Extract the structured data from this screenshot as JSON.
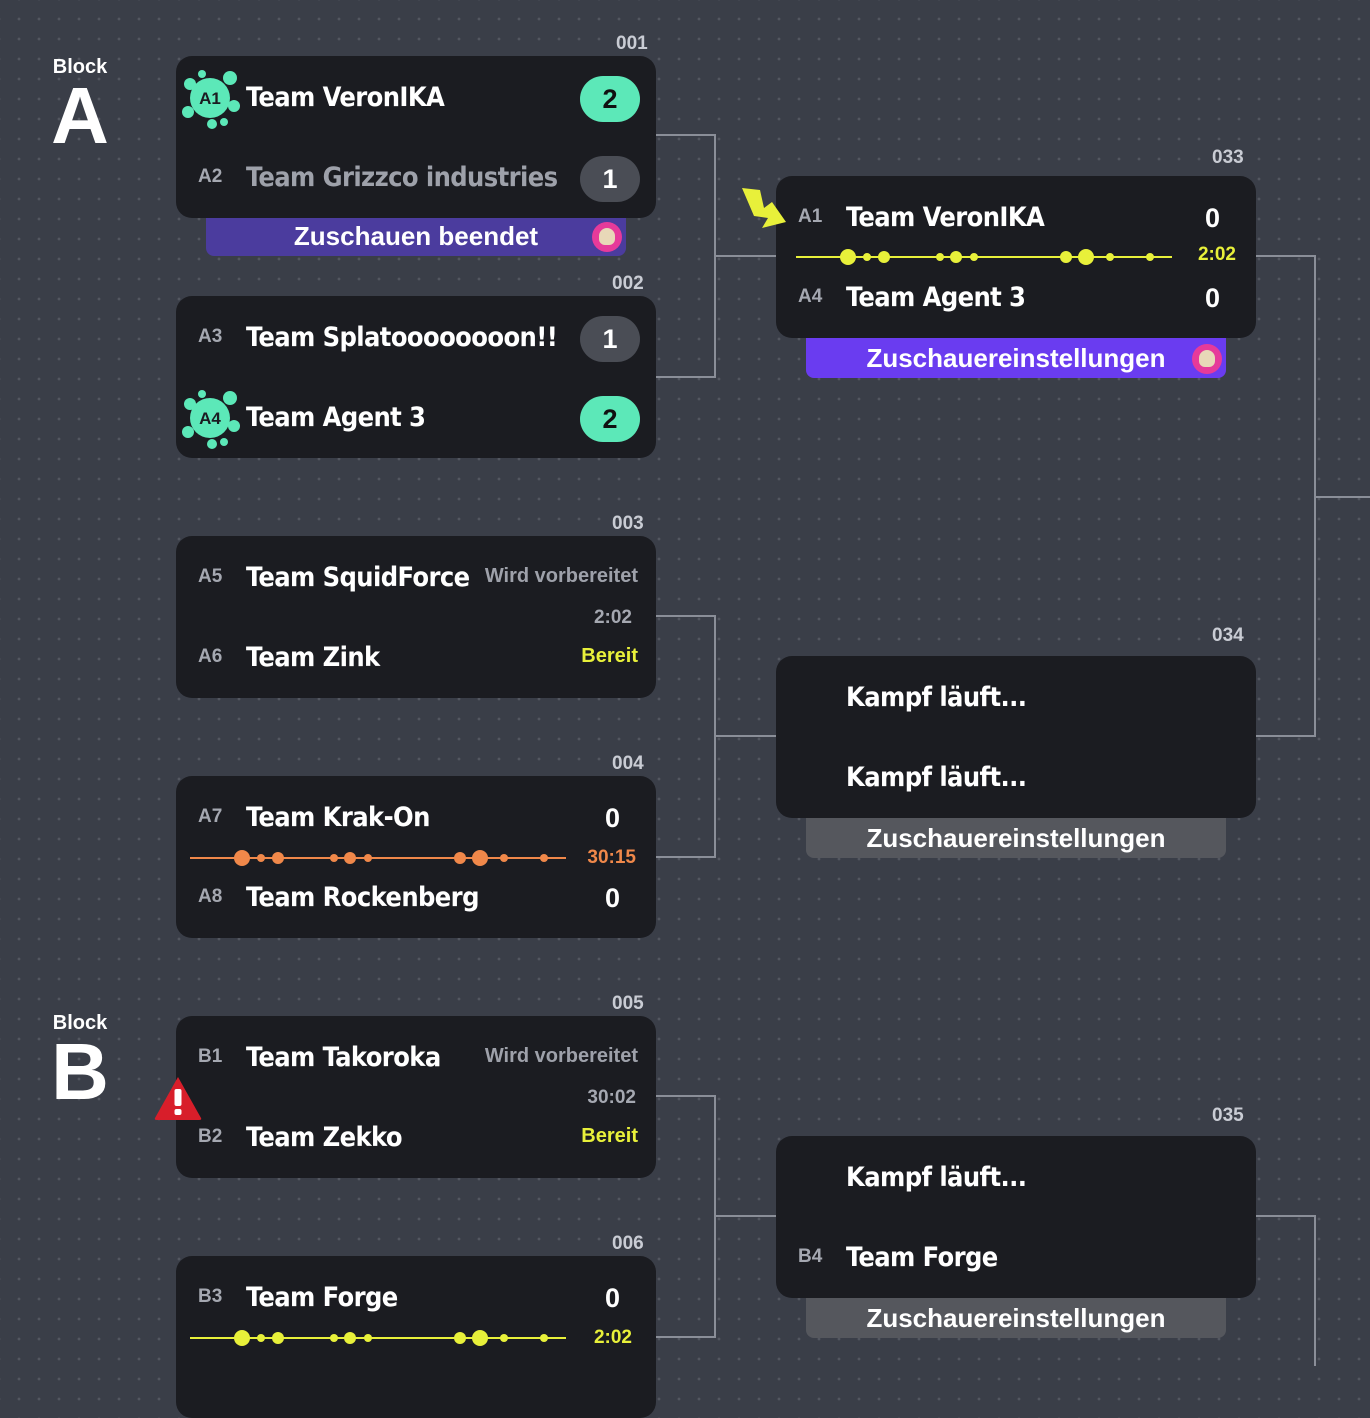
{
  "blocks": [
    {
      "small": "Block",
      "big": "A"
    },
    {
      "small": "Block",
      "big": "B"
    }
  ],
  "matches": {
    "m001": {
      "no": "001",
      "top": {
        "seed": "A1",
        "name": "Team VeronIKA",
        "score": "2"
      },
      "bottom": {
        "seed": "A2",
        "name": "Team Grizzco industries",
        "score": "1"
      },
      "bar": "Zuschauen beendet"
    },
    "m002": {
      "no": "002",
      "top": {
        "seed": "A3",
        "name": "Team Splatoooooooon!!",
        "score": "1"
      },
      "bottom": {
        "seed": "A4",
        "name": "Team Agent 3",
        "score": "2"
      }
    },
    "m003": {
      "no": "003",
      "top": {
        "seed": "A5",
        "name": "Team SquidForce",
        "status": "Wird vorbereitet"
      },
      "timer": "2:02",
      "bottom": {
        "seed": "A6",
        "name": "Team Zink",
        "status": "Bereit"
      }
    },
    "m004": {
      "no": "004",
      "top": {
        "seed": "A7",
        "name": "Team Krak-On",
        "score": "0"
      },
      "timer": "30:15",
      "bottom": {
        "seed": "A8",
        "name": "Team Rockenberg",
        "score": "0"
      }
    },
    "m005": {
      "no": "005",
      "top": {
        "seed": "B1",
        "name": "Team Takoroka",
        "status": "Wird vorbereitet"
      },
      "timer": "30:02",
      "bottom": {
        "seed": "B2",
        "name": "Team Zekko",
        "status": "Bereit"
      }
    },
    "m006": {
      "no": "006",
      "top": {
        "seed": "B3",
        "name": "Team Forge",
        "score": "0"
      },
      "timer": "2:02"
    },
    "m033": {
      "no": "033",
      "top": {
        "seed": "A1",
        "name": "Team VeronIKA",
        "score": "0"
      },
      "timer": "2:02",
      "bottom": {
        "seed": "A4",
        "name": "Team Agent 3",
        "score": "0"
      },
      "bar": "Zuschauereinstellungen"
    },
    "m034": {
      "no": "034",
      "top": {
        "name": "Kampf läuft..."
      },
      "bottom": {
        "name": "Kampf läuft..."
      },
      "bar": "Zuschauereinstellungen"
    },
    "m035": {
      "no": "035",
      "top": {
        "name": "Kampf läuft..."
      },
      "bottom": {
        "seed": "B4",
        "name": "Team Forge"
      },
      "bar": "Zuschauereinstellungen"
    }
  },
  "colors": {
    "background": "#3a3e48",
    "card": "#1b1c21",
    "win_pill": "#5ce8b8",
    "lose_pill": "#4a4d55",
    "ready_yellow": "#e8f03a",
    "live_orange": "#f0884a",
    "bar_watching": "#6a3cf0",
    "bar_ended": "#4b3c9e",
    "bar_idle": "#55575d",
    "warning_red": "#d81e2a"
  },
  "icons": [
    "ink-splat-icon",
    "arrow-pointer-icon",
    "warning-icon",
    "avatar-icon"
  ]
}
